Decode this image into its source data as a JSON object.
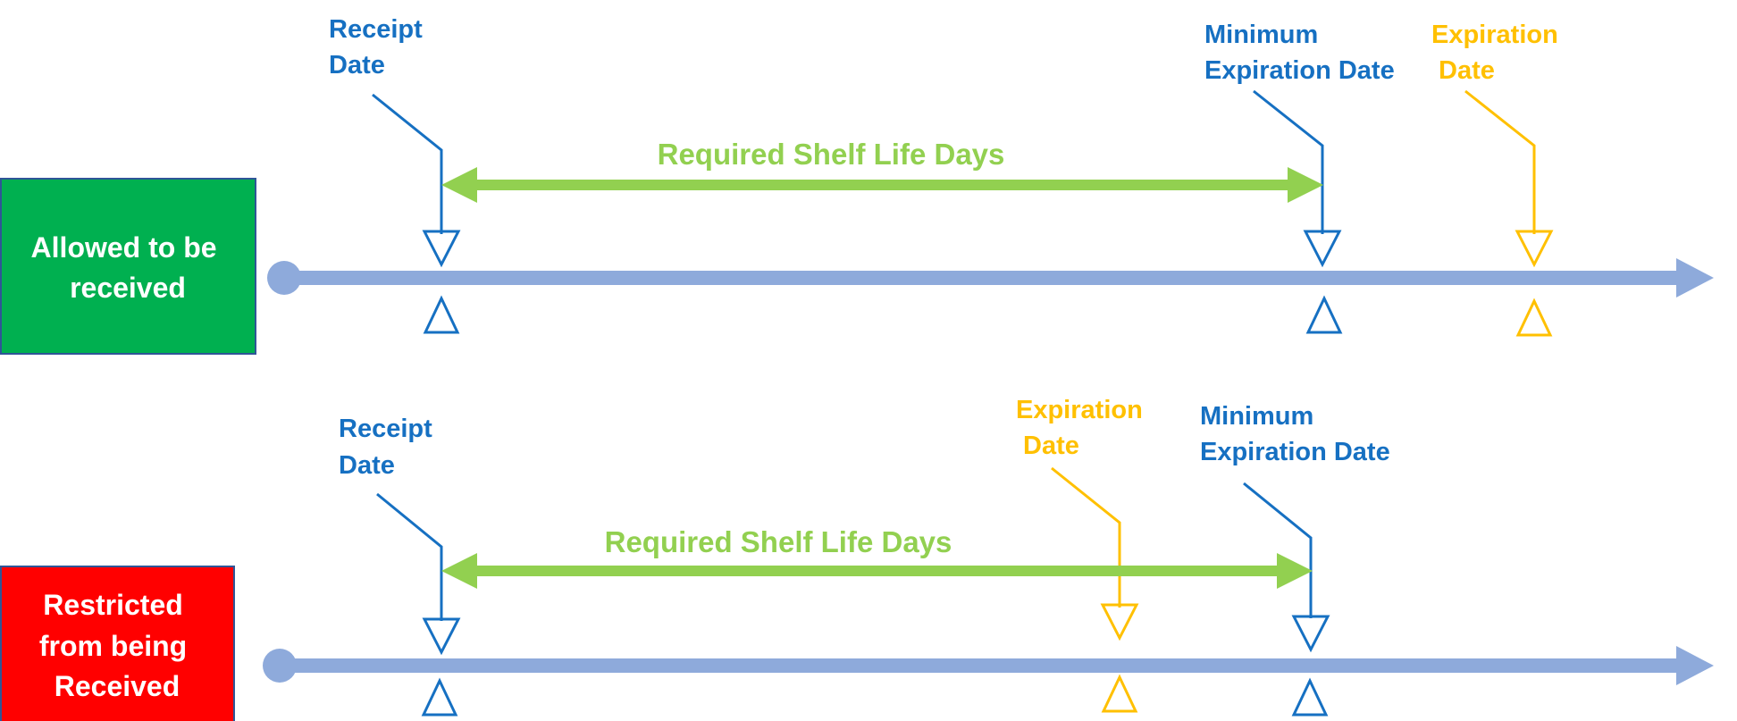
{
  "colors": {
    "timeline": "#8eaadb",
    "blue": "#1670c2",
    "yellow": "#ffc000",
    "green": "#92d050",
    "allowed_box": "#00b050",
    "restricted_box": "#ff0000",
    "box_border": "#2f5597",
    "white": "#ffffff"
  },
  "scenarios": {
    "allowed": {
      "status_lines": [
        "Allowed to be",
        "received"
      ],
      "receipt_date_lines": [
        "Receipt",
        "Date"
      ],
      "min_expiration_lines": [
        "Minimum",
        "Expiration Date"
      ],
      "expiration_lines": [
        "Expiration",
        "Date"
      ],
      "shelf_life_label": "Required Shelf Life Days"
    },
    "restricted": {
      "status_lines": [
        "Restricted",
        "from being",
        "Received"
      ],
      "receipt_date_lines": [
        "Receipt",
        "Date"
      ],
      "expiration_lines": [
        "Expiration",
        "Date"
      ],
      "min_expiration_lines": [
        "Minimum",
        "Expiration Date"
      ],
      "shelf_life_label": "Required Shelf Life Days"
    }
  }
}
